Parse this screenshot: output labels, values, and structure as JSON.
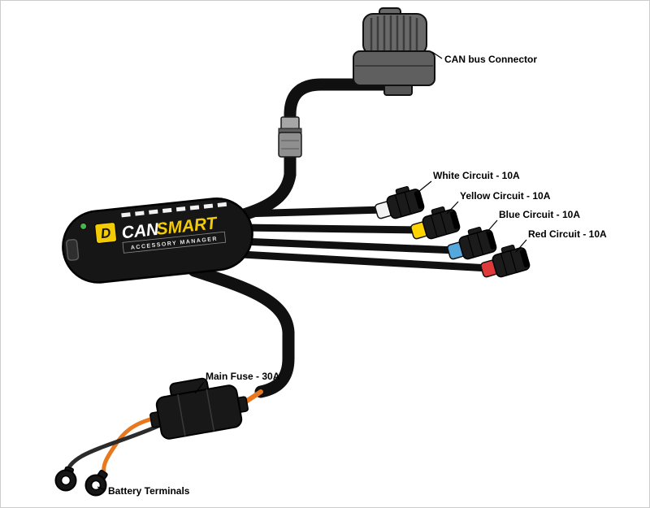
{
  "device": {
    "logo_letter": "D",
    "name_primary": "CAN",
    "name_secondary": "SMART",
    "subtitle": "ACCESSORY MANAGER"
  },
  "callouts": {
    "can_bus": "CAN bus Connector",
    "main_fuse": "Main Fuse - 30A",
    "battery_terminals": "Battery Terminals"
  },
  "circuits": [
    {
      "label": "White Circuit - 10A",
      "color": "#f2f2f2"
    },
    {
      "label": "Yellow Circuit - 10A",
      "color": "#ffd400"
    },
    {
      "label": "Blue Circuit - 10A",
      "color": "#54a8dc"
    },
    {
      "label": "Red Circuit - 10A",
      "color": "#e03a3a"
    }
  ],
  "colors": {
    "accent_yellow": "#f2cb05",
    "led_green": "#49b54d",
    "cable_black": "#101010",
    "wire_orange": "#e8781e",
    "connector_gray": "#696969",
    "connector_gray_dark": "#5f5f5f"
  }
}
